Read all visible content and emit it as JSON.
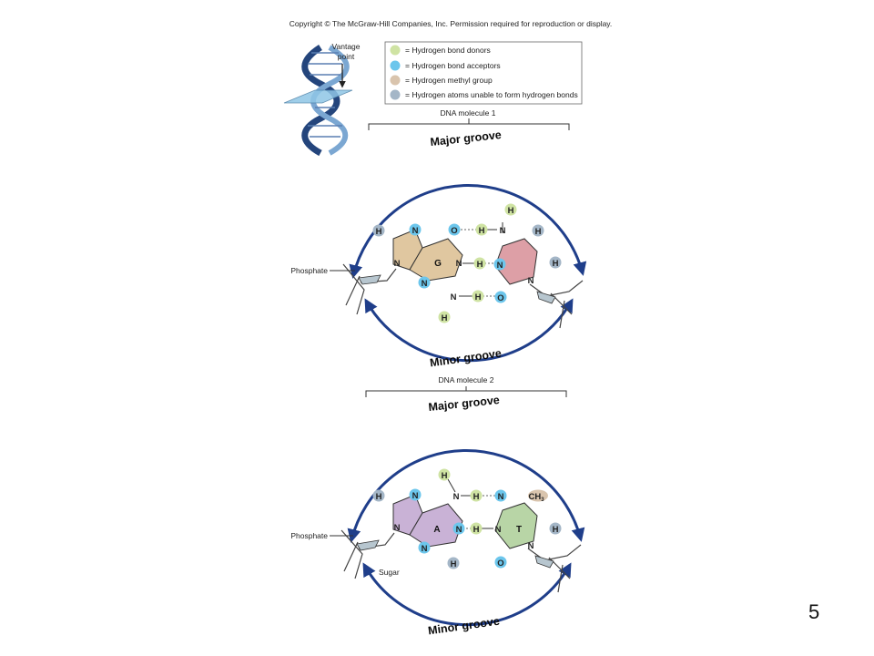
{
  "copyright": "Copyright © The McGraw-Hill Companies, Inc. Permission required for reproduction or display.",
  "slide_number": "5",
  "vantage_point": {
    "line1": "Vantage",
    "line2": "point"
  },
  "legend": {
    "items": [
      {
        "color": "#cfe3a3",
        "label": "= Hydrogen bond donors"
      },
      {
        "color": "#6cc6ec",
        "label": "= Hydrogen bond acceptors"
      },
      {
        "color": "#d9c4ad",
        "label": "= Hydrogen methyl group"
      },
      {
        "color": "#a4b6c7",
        "label": "= Hydrogen atoms unable to form hydrogen bonds"
      }
    ]
  },
  "molecule1": {
    "title": "DNA molecule 1",
    "major_groove": "Major groove",
    "minor_groove": "Minor groove",
    "phosphate": "Phosphate",
    "base_left": "G",
    "base_left_color": "#e0c7a0",
    "base_right_color": "#dd9fa6"
  },
  "molecule2": {
    "title": "DNA molecule 2",
    "major_groove": "Major groove",
    "minor_groove": "Minor groove",
    "phosphate": "Phosphate",
    "sugar": "Sugar",
    "base_left": "A",
    "base_right": "T",
    "methyl": "CH",
    "methyl_sub": "3",
    "base_left_color": "#c9b2d6",
    "base_right_color": "#b8d5a6"
  },
  "atoms": {
    "H": "H",
    "N": "N",
    "O": "O"
  },
  "colors": {
    "arrow_blue": "#1f3e8a",
    "donor": "#cfe3a3",
    "acceptor": "#6cc6ec",
    "methyl": "#d9c4ad",
    "nonbonding": "#a4b6c7",
    "helix_dark": "#24457c",
    "helix_light": "#7ba7d2",
    "plane": "#8fc6e6"
  }
}
